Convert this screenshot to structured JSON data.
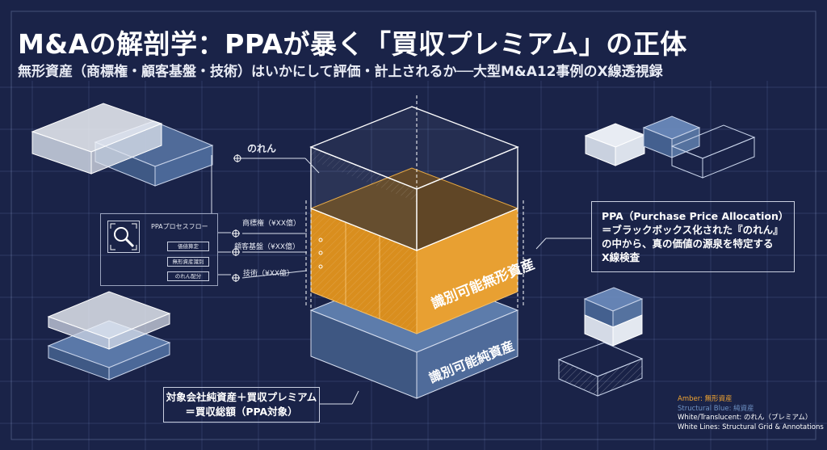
{
  "header": {
    "title": "M&Aの解剖学：PPAが暴く「買収プレミアム」の正体",
    "subtitle": "無形資産（商標権・顧客基盤・技術）はいかにして評価・計上されるか──大型M&A12事例のX線透視録"
  },
  "diagram": {
    "goodwill_label": "のれん",
    "intangible_items": [
      "商標権（¥XX億）",
      "顧客基盤（¥XX億）",
      "技術（¥XX億）"
    ],
    "intangible_block_label": "識別可能無形資産",
    "net_assets_block_label": "識別可能純資産"
  },
  "flow": {
    "title": "PPAプロセスフロー",
    "steps": [
      "価値算定",
      "無形資産識別",
      "のれん配分"
    ]
  },
  "callout": {
    "lines": [
      "PPA（Purchase Price Allocation）",
      "＝ブラックボックス化された『のれん』",
      "の中から、真の価値の源泉を特定する",
      "X線検査"
    ]
  },
  "bottom_box": {
    "lines": [
      "対象会社純資産＋買収プレミアム",
      "＝買収総額（PPA対象）"
    ]
  },
  "legend": {
    "items": [
      {
        "key": "Amber:",
        "value": " 無形資産",
        "color": "#f2a531"
      },
      {
        "key": "Structural Blue:",
        "value": " 純資産",
        "color": "#6f92c4"
      },
      {
        "key": "White/Translucent:",
        "value": " のれん（プレミアム）",
        "color": "#ffffff"
      },
      {
        "key": "White Lines:",
        "value": " Structural Grid & Annotations",
        "color": "#ffffff"
      }
    ]
  },
  "colors": {
    "background": "#1a2348",
    "amber": "#e79b25",
    "structural_blue": "#4e6a98",
    "white": "#ffffff"
  }
}
